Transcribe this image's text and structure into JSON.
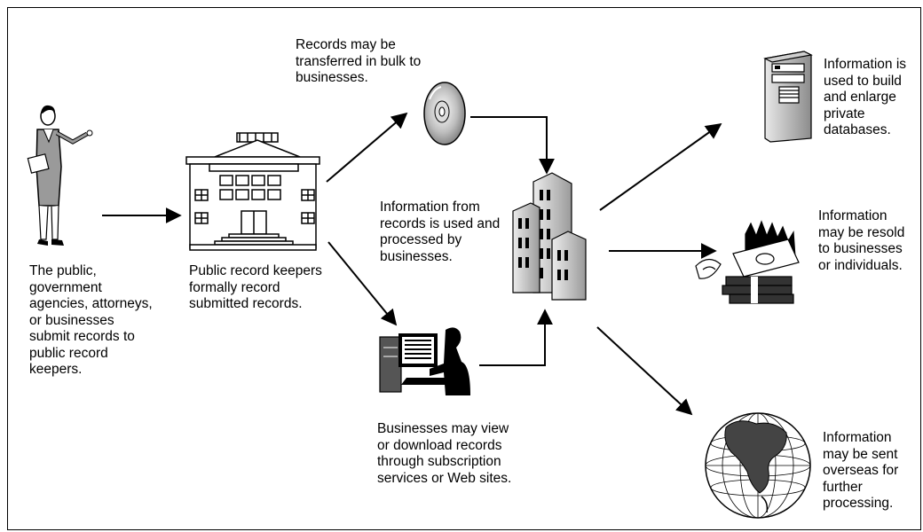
{
  "labels": {
    "submitters": "The public,\ngovernment\nagencies, attorneys,\nor businesses\nsubmit records to\npublic record\nkeepers.",
    "record_keepers": "Public record keepers\nformally record\nsubmitted records.",
    "bulk_transfer": "Records may be\ntransferred in bulk to\nbusinesses.",
    "processing": "Information from\nrecords is used and\nprocessed by\nbusinesses.",
    "online_access": "Businesses may view\nor download records\nthrough subscription\nservices or Web sites.",
    "private_db": "Information is\nused to build\nand enlarge\nprivate\ndatabases.",
    "resold": "Information\nmay be resold\nto businesses\nor individuals.",
    "overseas": "Information\nmay be sent\noverseas for\nfurther\nprocessing."
  },
  "icons": [
    "woman-presenter-icon",
    "courthouse-icon",
    "compact-disc-icon",
    "office-buildings-icon",
    "computer-user-icon",
    "server-tower-icon",
    "money-stack-icon",
    "globe-icon"
  ],
  "colors": {
    "ink": "#000000",
    "gray_light": "#d0d0d0",
    "gray_mid": "#a0a0a0",
    "gray_dark": "#606060"
  }
}
